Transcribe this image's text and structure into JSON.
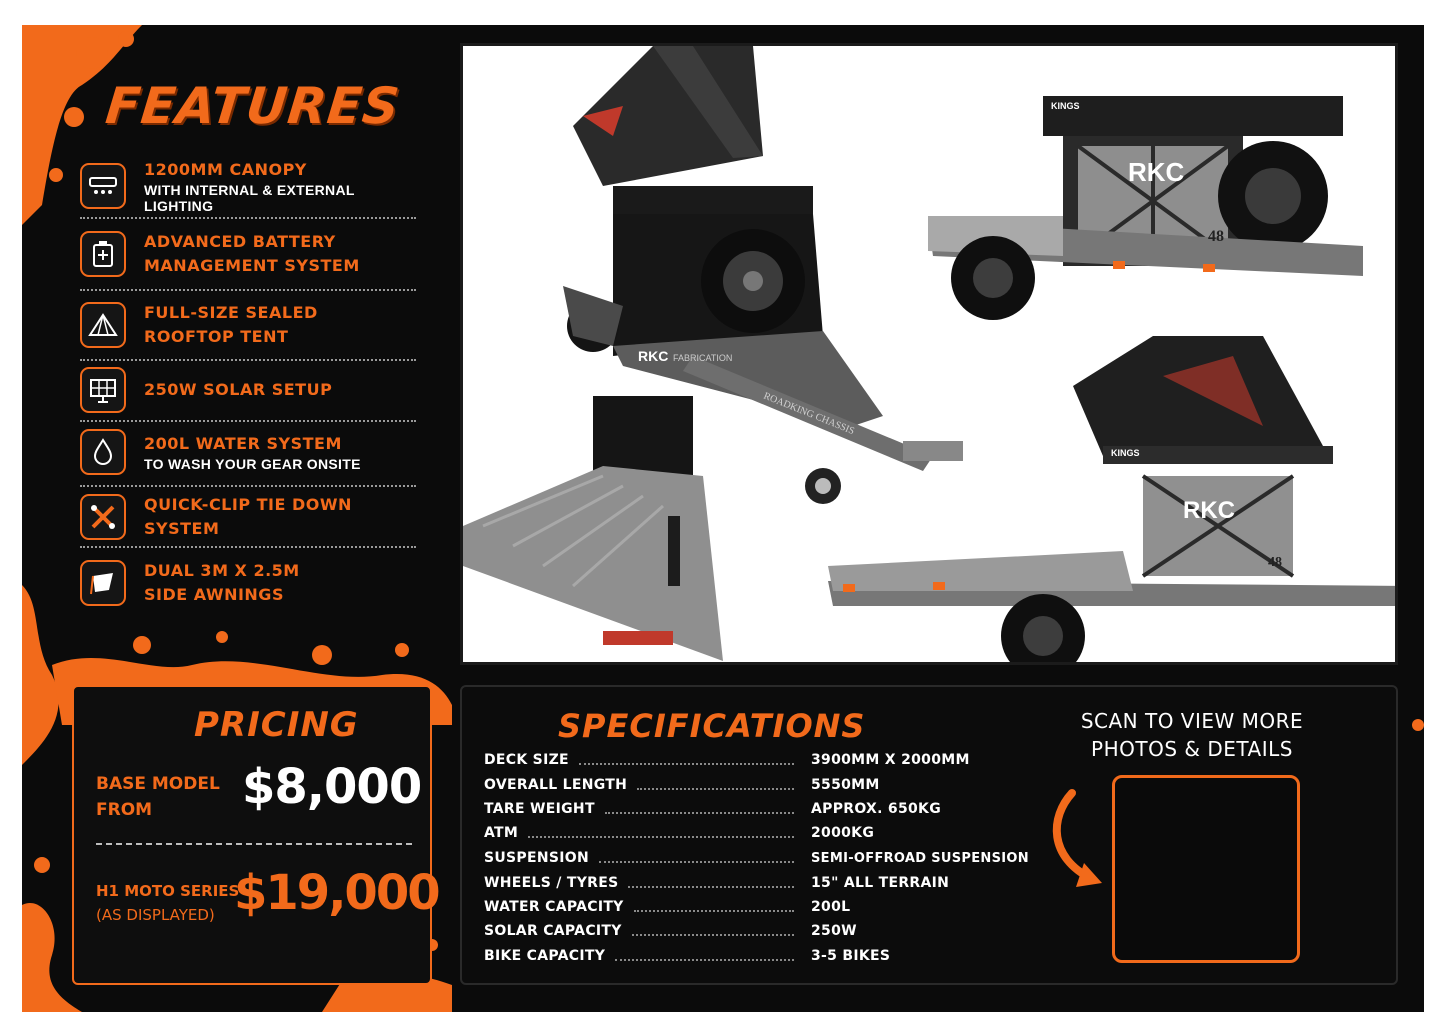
{
  "features": {
    "title": "FEATURES",
    "items": [
      {
        "icon": "canopy-light-icon",
        "line1": "1200MM CANOPY",
        "line2": "WITH INTERNAL & EXTERNAL LIGHTING"
      },
      {
        "icon": "battery-icon",
        "line1": "ADVANCED BATTERY",
        "line2": "MANAGEMENT SYSTEM"
      },
      {
        "icon": "tent-icon",
        "line1": "FULL-SIZE SEALED",
        "line2": "ROOFTOP TENT"
      },
      {
        "icon": "solar-panel-icon",
        "line1": "250W SOLAR SETUP",
        "line2": ""
      },
      {
        "icon": "water-drop-icon",
        "line1": "200L WATER SYSTEM",
        "line2": "TO WASH YOUR GEAR ONSITE"
      },
      {
        "icon": "tie-down-icon",
        "line1": "QUICK-CLIP TIE DOWN SYSTEM",
        "line2": ""
      },
      {
        "icon": "awning-icon",
        "line1": "DUAL 3M X 2.5M",
        "line2": "SIDE AWNINGS"
      }
    ]
  },
  "photo_text": {
    "brand": "RKC",
    "fabrication": "FABRICATION",
    "chassis": "ROADKING CHASSIS",
    "tent_brand": "KINGS",
    "plate_number": "48"
  },
  "pricing": {
    "title": "PRICING",
    "base_label_1": "BASE MODEL",
    "base_label_2": "FROM",
    "base_price": "$8,000",
    "h1_label_1": "H1 MOTO SERIES",
    "h1_label_2": "(AS DISPLAYED)",
    "h1_price": "$19,000"
  },
  "specifications": {
    "title": "SPECIFICATIONS",
    "rows": [
      {
        "label": "DECK SIZE",
        "value": "3900MM X 2000MM"
      },
      {
        "label": "OVERALL LENGTH",
        "value": "5550MM"
      },
      {
        "label": "TARE WEIGHT",
        "value": "APPROX. 650KG"
      },
      {
        "label": "ATM",
        "value": "2000KG"
      },
      {
        "label": "SUSPENSION",
        "value": "SEMI-OFFROAD SUSPENSION"
      },
      {
        "label": "WHEELS / TYRES",
        "value": "15\" ALL TERRAIN"
      },
      {
        "label": "WATER CAPACITY",
        "value": "200L"
      },
      {
        "label": "SOLAR CAPACITY",
        "value": "250W"
      },
      {
        "label": "BIKE CAPACITY",
        "value": "3-5 BIKES"
      }
    ]
  },
  "scan": {
    "line1": "SCAN TO VIEW MORE",
    "line2": "PHOTOS & DETAILS"
  },
  "colors": {
    "accent": "#f26a1b",
    "background": "#0b0b0b",
    "text": "#ffffff"
  }
}
